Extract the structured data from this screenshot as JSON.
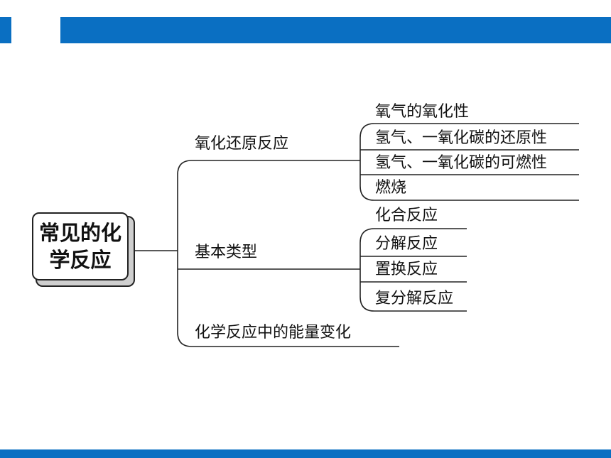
{
  "header": {
    "bar_color": "#0a6fc2"
  },
  "root": {
    "label": "常见的化学反应"
  },
  "branches": [
    {
      "label": "氧化还原反应",
      "children": [
        "氧气的氧化性",
        "氢气、一氧化碳的还原性",
        "氢气、一氧化碳的可燃性",
        "燃烧"
      ]
    },
    {
      "label": "基本类型",
      "children": [
        "化合反应",
        "分解反应",
        "置换反应",
        "复分解反应"
      ]
    },
    {
      "label": "化学反应中的能量变化",
      "children": []
    }
  ]
}
